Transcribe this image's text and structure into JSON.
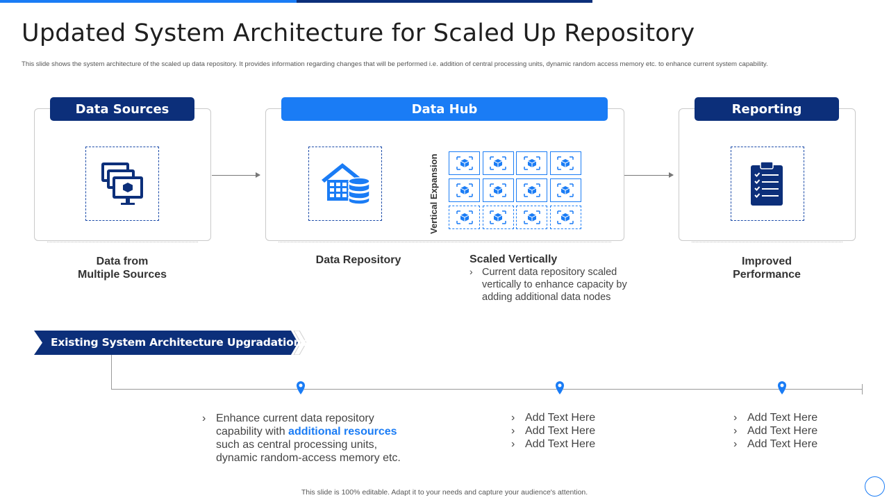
{
  "title": "Updated System Architecture for Scaled Up Repository",
  "subtitle": "This slide shows the system architecture of the scaled up data repository. It provides information regarding changes that will be performed i.e.  addition of central processing units, dynamic random access memory etc. to enhance current system capability.",
  "panels": {
    "sources": {
      "header": "Data Sources",
      "caption_line1": "Data from",
      "caption_line2": "Multiple Sources",
      "icon": "monitors-icon"
    },
    "hub": {
      "header": "Data Hub",
      "repo_caption": "Data Repository",
      "vertical_label": "Vertical Expansion",
      "icon": "database-house-icon"
    },
    "reporting": {
      "header": "Reporting",
      "caption_line1": "Improved",
      "caption_line2": "Performance",
      "icon": "clipboard-icon"
    }
  },
  "scaled": {
    "title": "Scaled Vertically",
    "bullet_chevron": "›",
    "text": "Current data repository scaled vertically to enhance capacity by adding additional data nodes"
  },
  "banner": {
    "label": "Existing System  Architecture Upgradations"
  },
  "timeline": {
    "item1": {
      "chevron": "›",
      "line1": "Enhance current data repository",
      "line2_prefix": "capability with ",
      "line2_highlight": "additional resources",
      "line3": "such as central processing units,",
      "line4": "dynamic random-access memory etc."
    },
    "item2": [
      "Add Text Here",
      "Add Text Here",
      "Add Text Here"
    ],
    "item3": [
      "Add Text Here",
      "Add Text Here",
      "Add Text Here"
    ]
  },
  "footer": "This slide is 100% editable.  Adapt it to your needs and capture your audience's attention.",
  "colors": {
    "navy": "#0c2f7a",
    "blue": "#1a7cf5"
  }
}
